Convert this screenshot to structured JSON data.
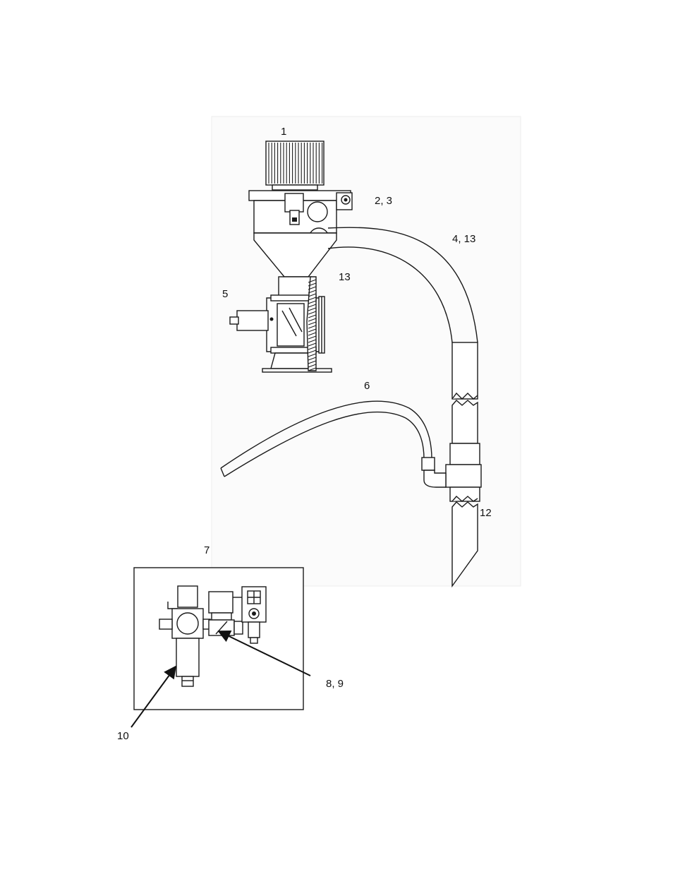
{
  "labels": {
    "l1": "1",
    "l23": "2, 3",
    "l413": "4, 13",
    "l13": "13",
    "l5": "5",
    "l6": "6",
    "l12": "12",
    "l7": "7",
    "l89": "8, 9",
    "l10": "10"
  }
}
